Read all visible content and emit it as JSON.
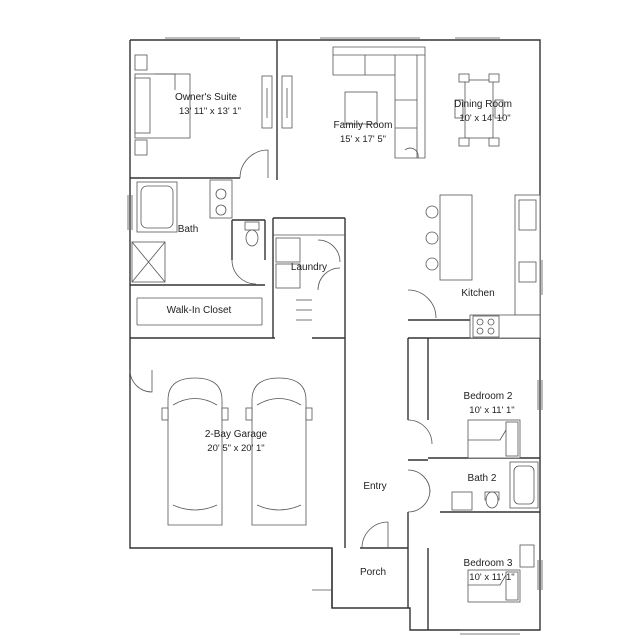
{
  "rooms": [
    {
      "id": "owners-suite",
      "name": "Owner's Suite",
      "size": "13' 11\" x 13' 1\""
    },
    {
      "id": "family-room",
      "name": "Family Room",
      "size": "15' x 17' 5\""
    },
    {
      "id": "dining-room",
      "name": "Dining Room",
      "size": "10' x 14' 10\""
    },
    {
      "id": "bath",
      "name": "Bath",
      "size": ""
    },
    {
      "id": "laundry",
      "name": "Laundry",
      "size": ""
    },
    {
      "id": "kitchen",
      "name": "Kitchen",
      "size": ""
    },
    {
      "id": "walk-in-closet",
      "name": "Walk-In Closet",
      "size": ""
    },
    {
      "id": "garage",
      "name": "2-Bay Garage",
      "size": "20' 5\" x 20' 1\""
    },
    {
      "id": "bedroom-2",
      "name": "Bedroom 2",
      "size": "10' x 11' 1\""
    },
    {
      "id": "bath-2",
      "name": "Bath 2",
      "size": ""
    },
    {
      "id": "entry",
      "name": "Entry",
      "size": ""
    },
    {
      "id": "porch",
      "name": "Porch",
      "size": ""
    },
    {
      "id": "bedroom-3",
      "name": "Bedroom 3",
      "size": "10' x 11' 1\""
    }
  ],
  "colors": {
    "wall": "#333333",
    "line": "#555555",
    "background": "#ffffff"
  }
}
